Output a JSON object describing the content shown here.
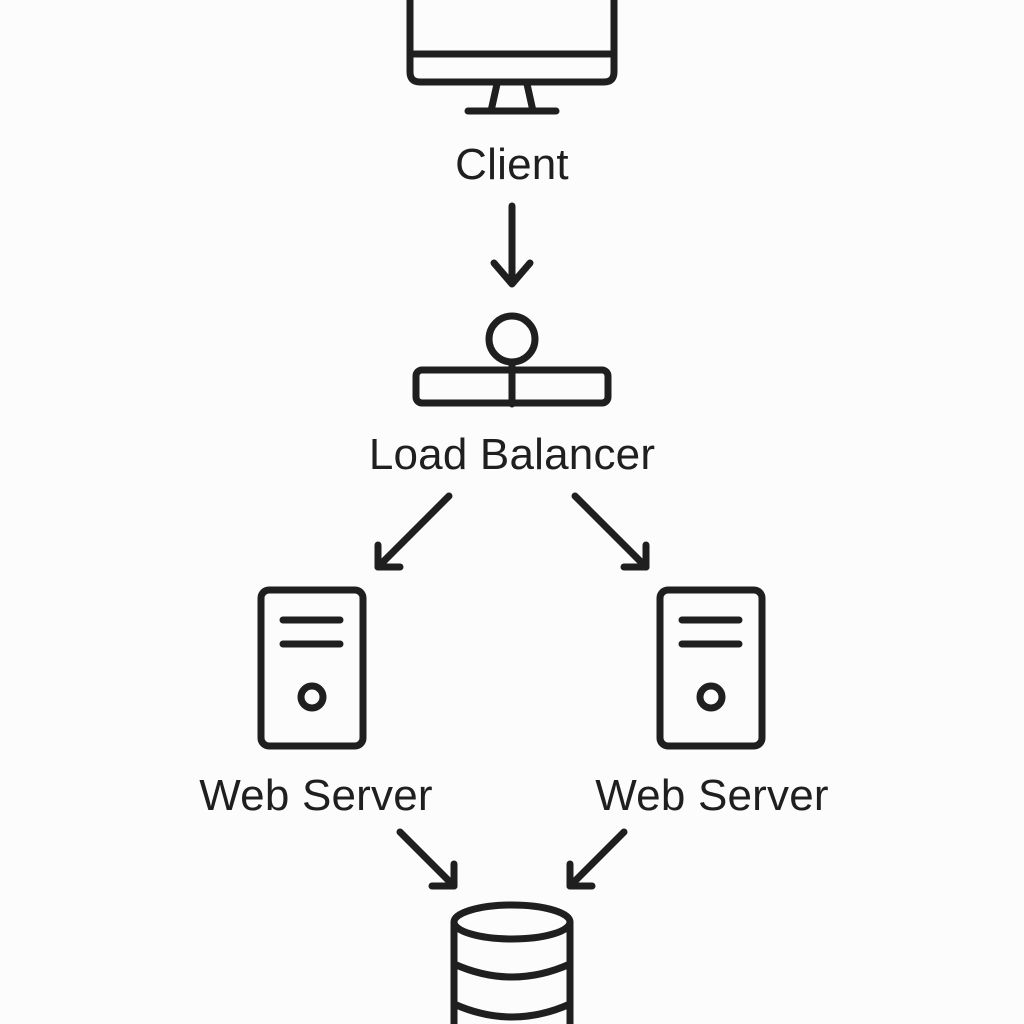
{
  "diagram": {
    "stroke_color": "#1f1f1f",
    "background_color": "#fcfcfc",
    "nodes": {
      "client": {
        "label": "Client",
        "icon": "monitor-icon"
      },
      "load_balancer": {
        "label": "Load Balancer",
        "icon": "load-balancer-icon"
      },
      "web_server_left": {
        "label": "Web Server",
        "icon": "server-tower-icon"
      },
      "web_server_right": {
        "label": "Web Server",
        "icon": "server-tower-icon"
      },
      "database": {
        "label": "",
        "icon": "database-icon"
      }
    },
    "edges": [
      {
        "from": "client",
        "to": "load_balancer"
      },
      {
        "from": "load_balancer",
        "to": "web_server_left"
      },
      {
        "from": "load_balancer",
        "to": "web_server_right"
      },
      {
        "from": "web_server_left",
        "to": "database"
      },
      {
        "from": "web_server_right",
        "to": "database"
      }
    ]
  }
}
